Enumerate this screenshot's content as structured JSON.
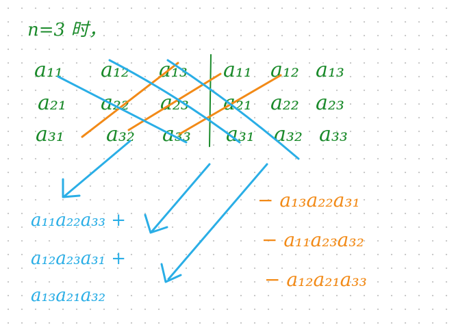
{
  "heading": {
    "text": "n=3 时，"
  },
  "matrix": {
    "rows": [
      [
        "a₁₁",
        "a₁₂",
        "a₁₃"
      ],
      [
        "a₂₁",
        "a₂₂",
        "a₂₃"
      ],
      [
        "a₃₁",
        "a₃₂",
        "a₃₃"
      ]
    ],
    "repeat": [
      [
        "a₁₁",
        "a₁₂",
        "a₁₃"
      ],
      [
        "a₂₁",
        "a₂₂",
        "a₂₃"
      ],
      [
        "a₃₁",
        "a₃₂",
        "a₃₃"
      ]
    ]
  },
  "positive_terms": [
    "a₁₁a₂₂a₃₃ +",
    "a₁₂a₂₃a₃₁ +",
    "a₁₃a₂₁a₃₂"
  ],
  "negative_terms": [
    "− a₁₃a₂₂a₃₁",
    "− a₁₁a₂₃a₃₂",
    "− a₁₂a₂₁a₃₃"
  ],
  "colors": {
    "text_green": "#1a8a2a",
    "orange": "#f28a17",
    "blue": "#2aaee6",
    "grid_dot": "#c9c9c9"
  }
}
